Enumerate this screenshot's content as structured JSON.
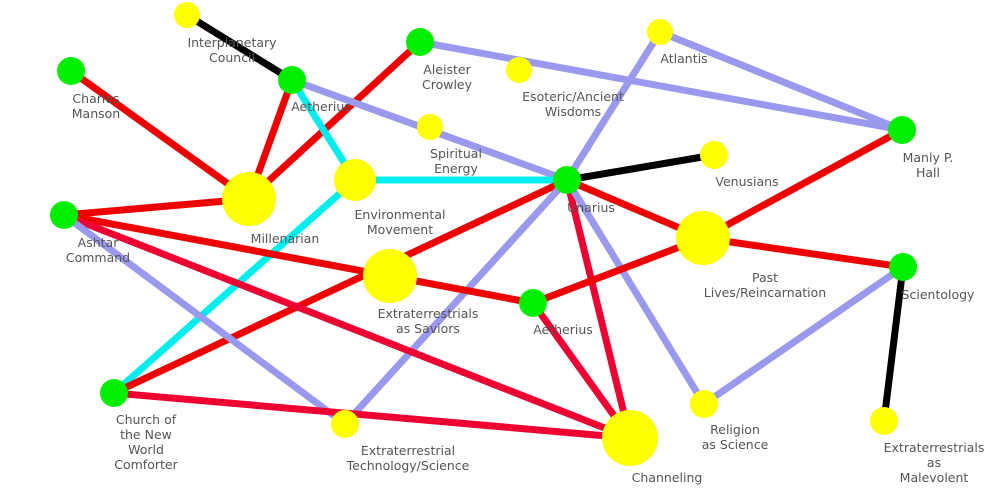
{
  "colors": {
    "background": "#ffffff",
    "entity_node": "#00ee00",
    "concept_node": "#ffff00",
    "label_text": "#555555",
    "edge_red": "#ee0000",
    "edge_crimson": "#ee0033",
    "edge_lavender": "#9999ee",
    "edge_cyan": "#00eeee",
    "edge_black": "#000000"
  },
  "nodes": [
    {
      "id": "interplanetary-council",
      "kind": "concept",
      "label": [
        "Interplanetary",
        "Council"
      ]
    },
    {
      "id": "charles-manson",
      "kind": "entity",
      "label": [
        "Charles",
        "Manson"
      ]
    },
    {
      "id": "aetherius-top",
      "kind": "entity",
      "label": [
        "Aetherius"
      ]
    },
    {
      "id": "aleister-crowley",
      "kind": "entity",
      "label": [
        "Aleister",
        "Crowley"
      ]
    },
    {
      "id": "esoteric-ancient-wisdoms",
      "kind": "concept",
      "label": [
        "Esoteric/Ancient",
        "Wisdoms"
      ]
    },
    {
      "id": "atlantis",
      "kind": "concept",
      "label": [
        "Atlantis"
      ]
    },
    {
      "id": "spiritual-energy",
      "kind": "concept",
      "label": [
        "Spiritual",
        "Energy"
      ]
    },
    {
      "id": "manly-p-hall",
      "kind": "entity",
      "label": [
        "Manly P.",
        "Hall"
      ]
    },
    {
      "id": "millenarian",
      "kind": "concept",
      "label": [
        "Millenarian"
      ]
    },
    {
      "id": "environmental-movement",
      "kind": "concept",
      "label": [
        "Environmental",
        "Movement"
      ]
    },
    {
      "id": "unarius",
      "kind": "entity",
      "label": [
        "Unarius"
      ]
    },
    {
      "id": "venusians",
      "kind": "concept",
      "label": [
        "Venusians"
      ]
    },
    {
      "id": "ashtar-command",
      "kind": "entity",
      "label": [
        "Ashtar",
        "Command"
      ]
    },
    {
      "id": "past-lives-reincarnation",
      "kind": "concept",
      "label": [
        "Past",
        "Lives/Reincarnation"
      ]
    },
    {
      "id": "scientology",
      "kind": "entity",
      "label": [
        "Scientology"
      ]
    },
    {
      "id": "extraterrestrials-as-saviors",
      "kind": "concept",
      "label": [
        "Extraterrestrials",
        "as Saviors"
      ]
    },
    {
      "id": "aetherius-mid",
      "kind": "entity",
      "label": [
        "Aetherius"
      ]
    },
    {
      "id": "church-of-new-world-comforter",
      "kind": "entity",
      "label": [
        "Church of",
        "the New",
        "World",
        "Comforter"
      ]
    },
    {
      "id": "religion-as-science",
      "kind": "concept",
      "label": [
        "Religion",
        "as Science"
      ]
    },
    {
      "id": "extraterrestrial-technology-science",
      "kind": "concept",
      "label": [
        "Extraterrestrial",
        "Technology/Science"
      ]
    },
    {
      "id": "channeling",
      "kind": "concept",
      "label": [
        "Channeling"
      ]
    },
    {
      "id": "extraterrestrials-as-malevolent",
      "kind": "concept",
      "label": [
        "Extraterrestrials",
        "as",
        "Malevolent"
      ]
    }
  ],
  "edges": [
    {
      "from": "interplanetary-council",
      "to": "aetherius-top",
      "color": "black"
    },
    {
      "from": "charles-manson",
      "to": "millenarian",
      "color": "red"
    },
    {
      "from": "aetherius-top",
      "to": "millenarian",
      "color": "red"
    },
    {
      "from": "aleister-crowley",
      "to": "millenarian",
      "color": "red"
    },
    {
      "from": "aetherius-top",
      "to": "unarius",
      "color": "lavender"
    },
    {
      "from": "aetherius-top",
      "to": "environmental-movement",
      "color": "cyan"
    },
    {
      "from": "aleister-crowley",
      "to": "manly-p-hall",
      "color": "lavender"
    },
    {
      "from": "atlantis",
      "to": "manly-p-hall",
      "color": "lavender"
    },
    {
      "from": "atlantis",
      "to": "unarius",
      "color": "lavender"
    },
    {
      "from": "environmental-movement",
      "to": "unarius",
      "color": "cyan"
    },
    {
      "from": "environmental-movement",
      "to": "church-of-new-world-comforter",
      "color": "cyan"
    },
    {
      "from": "unarius",
      "to": "venusians",
      "color": "black"
    },
    {
      "from": "unarius",
      "to": "past-lives-reincarnation",
      "color": "red"
    },
    {
      "from": "unarius",
      "to": "church-of-new-world-comforter",
      "color": "red"
    },
    {
      "from": "unarius",
      "to": "extraterrestrial-technology-science",
      "color": "lavender"
    },
    {
      "from": "unarius",
      "to": "channeling",
      "color": "crimson"
    },
    {
      "from": "unarius",
      "to": "religion-as-science",
      "color": "lavender"
    },
    {
      "from": "manly-p-hall",
      "to": "past-lives-reincarnation",
      "color": "red"
    },
    {
      "from": "ashtar-command",
      "to": "millenarian",
      "color": "red"
    },
    {
      "from": "ashtar-command",
      "to": "aetherius-mid",
      "color": "red"
    },
    {
      "from": "ashtar-command",
      "to": "channeling",
      "color": "crimson"
    },
    {
      "from": "ashtar-command",
      "to": "extraterrestrial-technology-science",
      "color": "lavender"
    },
    {
      "from": "past-lives-reincarnation",
      "to": "scientology",
      "color": "red"
    },
    {
      "from": "past-lives-reincarnation",
      "to": "aetherius-mid",
      "color": "red"
    },
    {
      "from": "scientology",
      "to": "religion-as-science",
      "color": "lavender"
    },
    {
      "from": "scientology",
      "to": "extraterrestrials-as-malevolent",
      "color": "black"
    },
    {
      "from": "aetherius-mid",
      "to": "channeling",
      "color": "crimson"
    },
    {
      "from": "church-of-new-world-comforter",
      "to": "channeling",
      "color": "crimson"
    }
  ]
}
